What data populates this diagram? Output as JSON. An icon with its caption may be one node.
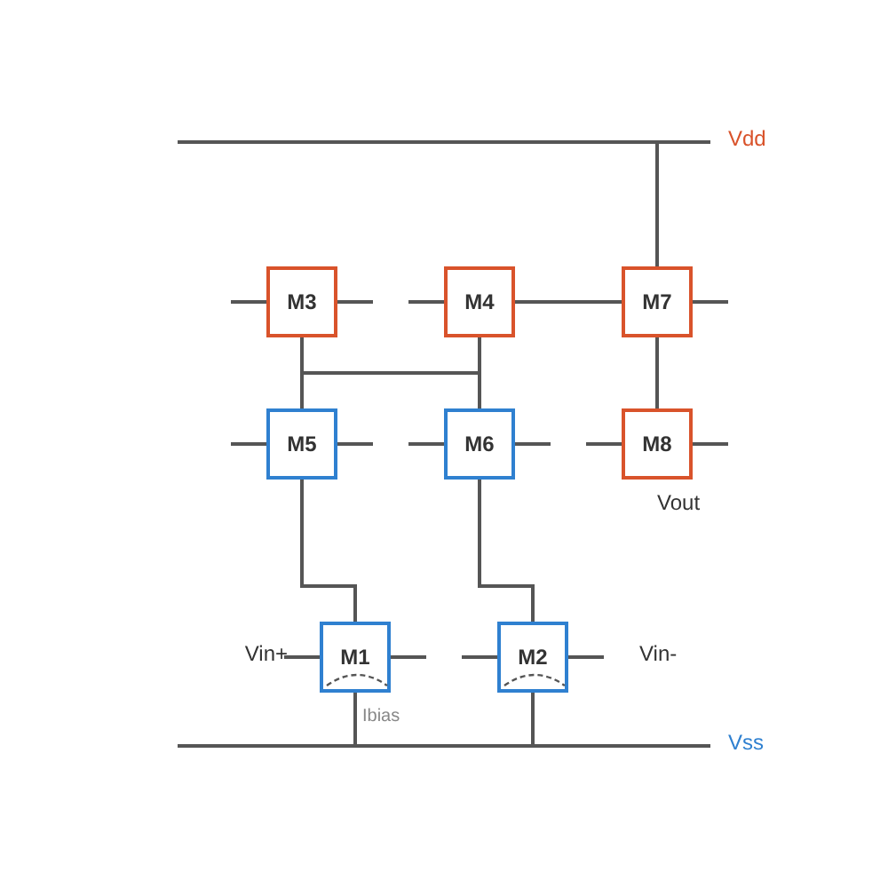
{
  "diagram": {
    "nodes": [
      {
        "text": [],
        "shape": "bar"
      },
      {
        "text": [
          "M3"
        ]
      },
      {
        "text": [
          "M4"
        ]
      },
      {
        "text": [
          "M7"
        ]
      },
      {
        "text": [
          "M5"
        ]
      },
      {
        "text": [
          "M6"
        ]
      },
      {
        "text": [
          "M8"
        ]
      },
      {
        "text": [
          "M1"
        ]
      },
      {
        "text": [
          "M2"
        ]
      },
      {
        "text": [],
        "shape": "bar"
      }
    ],
    "edges": [
      {
        "from": 0,
        "to": 3,
        "arrow": "none"
      },
      {
        "from": 2,
        "to": 3,
        "arrow": "none"
      },
      {
        "from": 1,
        "to": 2,
        "arrow": "none"
      },
      {
        "from": 1,
        "to": 4,
        "arrow": "none"
      },
      {
        "from": 2,
        "to": 5,
        "arrow": "none"
      },
      {
        "from": 3,
        "to": 6,
        "arrow": "none"
      },
      {
        "from": 4,
        "to": 7,
        "arrow": "none"
      },
      {
        "from": 5,
        "to": 8,
        "arrow": "none"
      },
      {
        "from": 7,
        "to": 9,
        "arrow": "none"
      },
      {
        "from": 8,
        "to": 9,
        "arrow": "none"
      }
    ],
    "labels": [
      "Vdd",
      "Vout",
      "Vin+",
      "Vin-",
      "Ibias",
      "Vss"
    ]
  }
}
